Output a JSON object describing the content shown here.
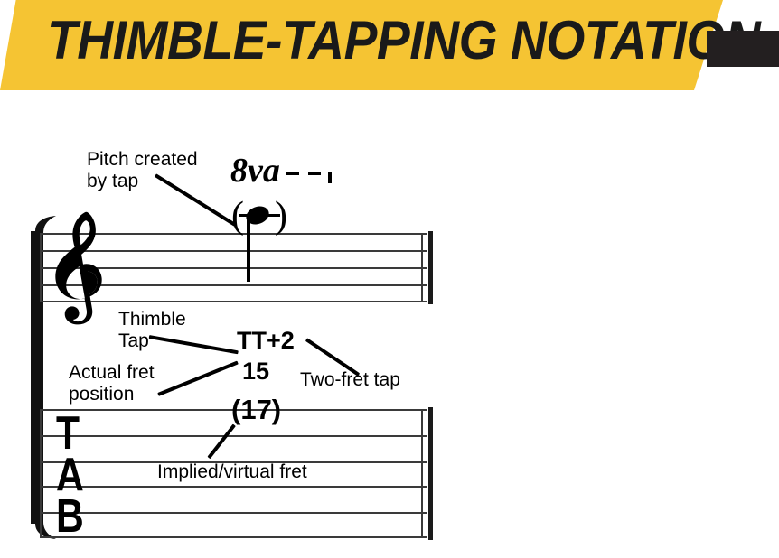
{
  "header": {
    "title": "THIMBLE-TAPPING NOTATION",
    "banner_color": "#f5c433",
    "bar_color": "#231f20"
  },
  "notation": {
    "ottava": {
      "label": "8va",
      "dashes": 2
    },
    "annotations": [
      {
        "id": "pitch-created",
        "line1": "Pitch created",
        "line2": "by tap"
      },
      {
        "id": "thimble-tap",
        "line1": "Thimble",
        "line2": "Tap"
      },
      {
        "id": "actual-fret",
        "line1": "Actual fret",
        "line2": "position"
      },
      {
        "id": "two-fret-tap",
        "line1": "Two-fret tap",
        "line2": ""
      },
      {
        "id": "implied-fret",
        "line1": "Implied/virtual fret",
        "line2": ""
      }
    ],
    "labels": {
      "thimble_tap_marking": "TT+2",
      "actual_fret_number": "15",
      "implied_fret_number": "(17)"
    },
    "tab_letters": [
      "T",
      "A",
      "B"
    ],
    "staff": {
      "type": "treble",
      "line_count": 5,
      "note_parenthesized": true,
      "note_has_ledger_line": true
    },
    "tab_staff": {
      "line_count": 6
    },
    "ink_color": "#000000",
    "staff_line_color": "#3a3a3a"
  }
}
